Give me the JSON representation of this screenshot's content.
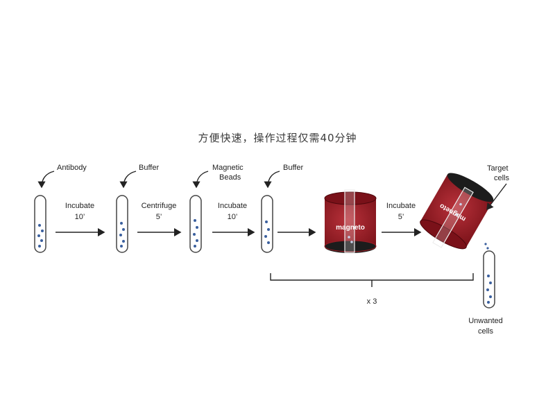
{
  "title": "方便快速，操作过程仅需40分钟",
  "labels": {
    "antibody": "Antibody",
    "buffer1": "Buffer",
    "magnetic": "Magnetic",
    "beads": "Beads",
    "buffer2": "Buffer",
    "incubate1": "Incubate",
    "incubate1_time": "10’",
    "centrifuge": "Centrifuge",
    "centrifuge_time": "5’",
    "incubate2": "Incubate",
    "incubate2_time": "10’",
    "incubate3": "Incubate",
    "incubate3_time": "5’",
    "magnet1": "magneto",
    "magnet2": "magneto",
    "target": "Target",
    "cells": "cells",
    "repeat": "x 3",
    "unwanted": "Unwanted",
    "unwanted_cells": "cells"
  },
  "colors": {
    "magnet": "#9c1c24",
    "magnet_dark": "#5e0c12",
    "bead": "#3a5f9e",
    "line": "#222222"
  }
}
